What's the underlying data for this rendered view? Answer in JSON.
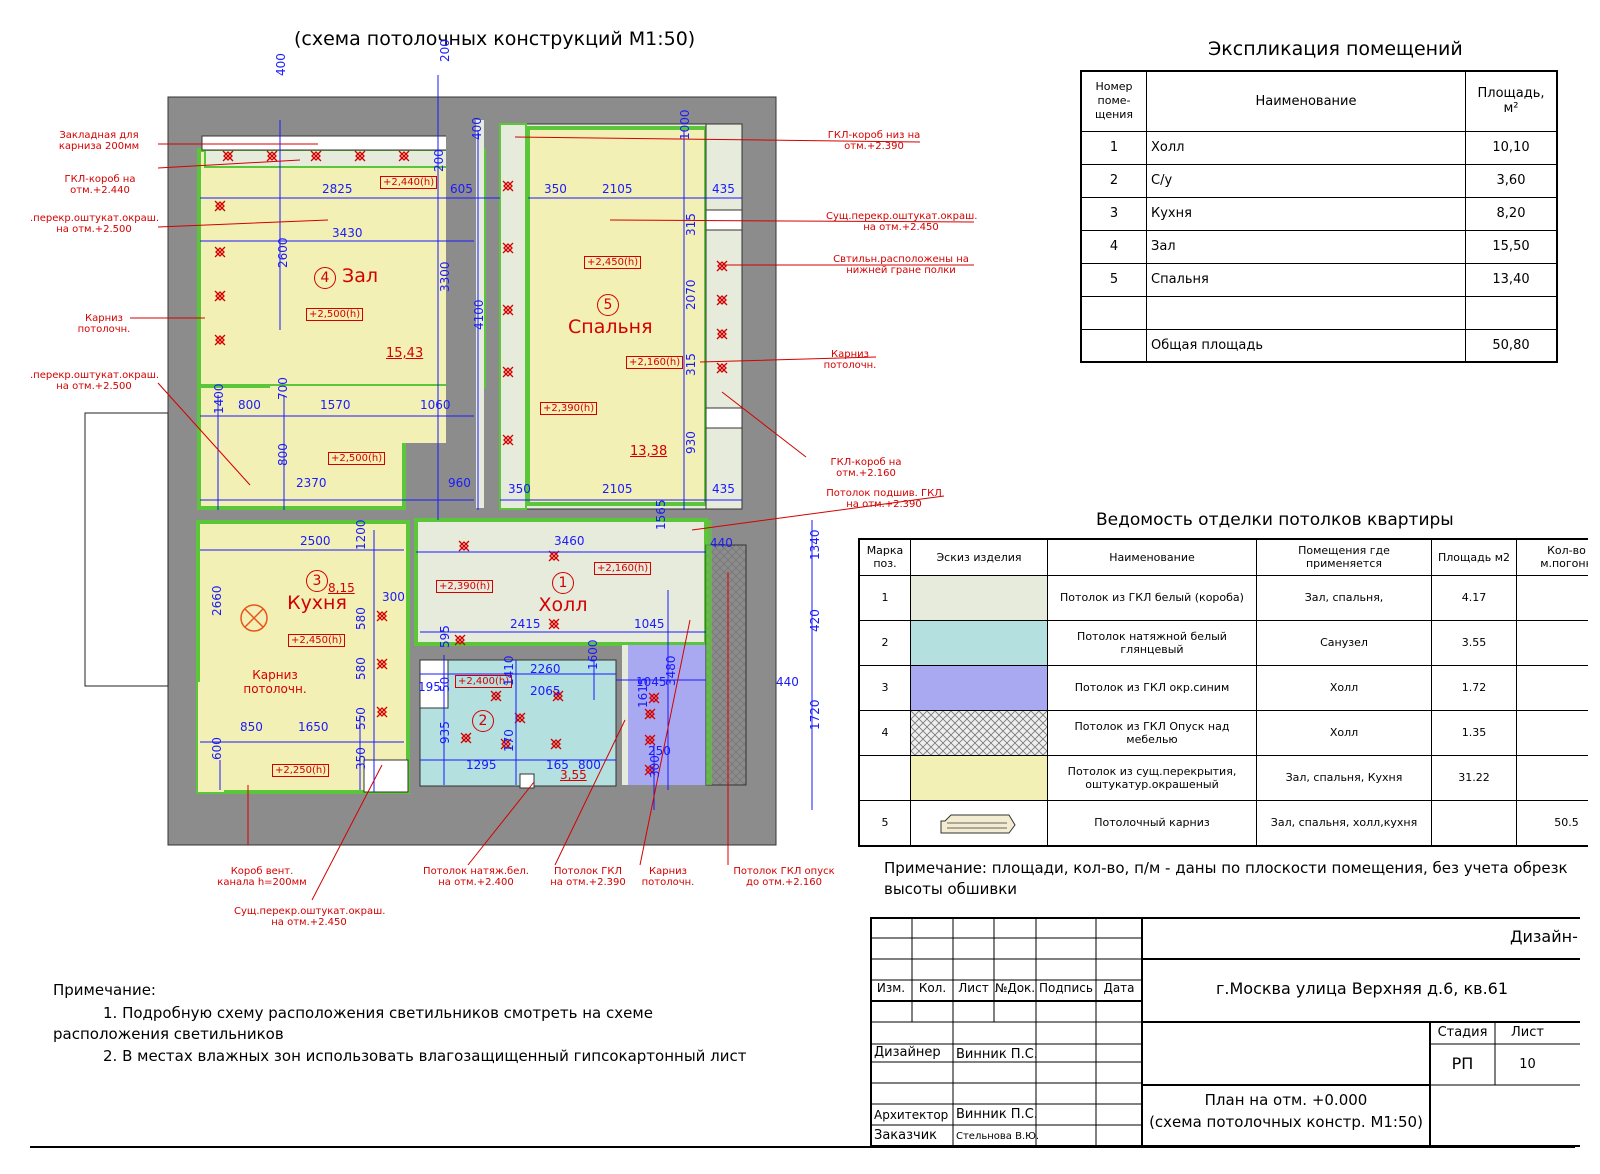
{
  "plan_title": "(схема потолочных конструкций М1:50)",
  "room_legend": {
    "title": "Экспликация помещений",
    "headers": [
      "Номер поме- щения",
      "Наименование",
      "Площадь, м²"
    ],
    "rows": [
      {
        "n": "1",
        "name": "Холл",
        "area": "10,10"
      },
      {
        "n": "2",
        "name": "С/у",
        "area": "3,60"
      },
      {
        "n": "3",
        "name": "Кухня",
        "area": "8,20"
      },
      {
        "n": "4",
        "name": "Зал",
        "area": "15,50"
      },
      {
        "n": "5",
        "name": "Спальня",
        "area": "13,40"
      },
      {
        "n": "",
        "name": "",
        "area": ""
      },
      {
        "n": "",
        "name": "Общая площадь",
        "area": "50,80"
      }
    ]
  },
  "finish_table": {
    "title": "Ведомость отделки потолков квартиры",
    "headers": [
      "Марка поз.",
      "Эскиз изделия",
      "Наименование",
      "Помещения где применяется",
      "Площадь м2",
      "Кол-во м.погонн"
    ],
    "rows": [
      {
        "mark": "1",
        "swatch": "#e6ebdc",
        "name": "Потолок из ГКЛ белый (короба)",
        "rooms": "Зал, спальня,",
        "area": "4.17",
        "len": ""
      },
      {
        "mark": "2",
        "swatch": "#b4e0df",
        "name": "Потолок натяжной белый глянцевый",
        "rooms": "Санузел",
        "area": "3.55",
        "len": ""
      },
      {
        "mark": "3",
        "swatch": "#a9a9f2",
        "name": "Потолок из ГКЛ окр.синим",
        "rooms": "Холл",
        "area": "1.72",
        "len": ""
      },
      {
        "mark": "4",
        "swatch": "hatch",
        "name": "Потолок из ГКЛ Опуск над мебелью",
        "rooms": "Холл",
        "area": "1.35",
        "len": ""
      },
      {
        "mark": "",
        "swatch": "#f3f0b5",
        "name": "Потолок из сущ.перекрытия, оштукатур.окрашеный",
        "rooms": "Зал, спальня, Кухня",
        "area": "31.22",
        "len": ""
      },
      {
        "mark": "5",
        "swatch": "cornice",
        "name": "Потолочный карниз",
        "rooms": "Зал, спальня, холл,кухня",
        "area": "",
        "len": "50.5"
      }
    ],
    "note": "Примечание: площади, кол-во, п/м -  даны по плоскости помещения, без учета обрезк высоты обшивки"
  },
  "general_note": {
    "title": "Примечание:",
    "lines": [
      "1. Подробную схему расположения светильников смотреть на схеме расположения светильников",
      "2. В местах влажных зон использовать влагозащищенный гипсокартонный лист"
    ]
  },
  "title_block": {
    "col_headers": [
      "Изм.",
      "Кол.",
      "Лист",
      "№Док.",
      "Подпись",
      "Дата"
    ],
    "designer_label": "Дизайнер",
    "designer_name": "Винник П.С.",
    "architect_label": "Архитектор",
    "architect_name": "Винник П.С.",
    "client_label": "Заказчик",
    "client_name": "Стельнова В.Ю.",
    "company": "Дизайн-",
    "address": "г.Москва улица Верхняя д.6, кв.61",
    "stage_label": "Стадия",
    "sheet_label": "Лист",
    "stage": "РП",
    "sheet": "10",
    "drawing_title_1": "План на отм. +0.000",
    "drawing_title_2": "(схема потолочных констр. М1:50)"
  },
  "rooms": [
    {
      "num": "4",
      "name": "Зал",
      "area": "15,43",
      "level": "+2,500(h)"
    },
    {
      "num": "5",
      "name": "Спальня",
      "area": "13,38",
      "level": "+2,450(h)"
    },
    {
      "num": "3",
      "name": "Кухня",
      "area": "8,15",
      "level": "+2,450(h)"
    },
    {
      "num": "1",
      "name": "Холл",
      "area": "",
      "level": "+2,390(h)"
    },
    {
      "num": "2",
      "name": "",
      "area": "3,55",
      "level": "+2,400(h)"
    }
  ],
  "level_marks": [
    "+2,440(h)",
    "+2,500(h)",
    "+2,160(h)",
    "+2,390(h)",
    "+2,160(h)",
    "+2,250(h)"
  ],
  "callouts_left": [
    "Закладная для карниза 200мм",
    "ГКЛ-короб на отм.+2.440",
    ".перекр.оштукат.окраш. на отм.+2.500",
    "Карниз потолочн.",
    ".перекр.оштукат.окраш. на отм.+2.500"
  ],
  "callouts_right": [
    "ГКЛ-короб низ на отм.+2.390",
    "Сущ.перекр.оштукат.окраш. на отм.+2.450",
    "Свтильн.расположены на нижней гране полки",
    "Карниз потолочн.",
    "ГКЛ-короб на отм.+2.160",
    "Потолок подшив. ГКЛ на отм.+2.390"
  ],
  "callouts_bottom": [
    "Короб вент. канала h=200мм",
    "Сущ.перекр.оштукат.окраш. на отм.+2.450",
    "Потолок натяж.бел. на отм.+2.400",
    "Потолок ГКЛ на отм.+2.390",
    "Карниз потолочн.",
    "Потолок ГКЛ опуск до отм.+2.160"
  ],
  "cornice_label": "Карниз потолочн.",
  "dimensions": [
    "400",
    "200",
    "400",
    "1000",
    "2825",
    "605",
    "2105",
    "350",
    "435",
    "3430",
    "200",
    "315",
    "2600",
    "3300",
    "4100",
    "2070",
    "315",
    "1400",
    "800",
    "1570",
    "1060",
    "700",
    "800",
    "2370",
    "960",
    "930",
    "350",
    "2105",
    "435",
    "1565",
    "440",
    "2500",
    "3460",
    "1340",
    "1200",
    "300",
    "2415",
    "1045",
    "420",
    "2660",
    "580",
    "2260",
    "1600",
    "595",
    "195",
    "2065",
    "1045",
    "440",
    "580",
    "50",
    "1410",
    "3480",
    "1615",
    "1720",
    "850",
    "1650",
    "935",
    "1295",
    "170",
    "165",
    "800",
    "250",
    "600",
    "550",
    "350",
    "300"
  ]
}
